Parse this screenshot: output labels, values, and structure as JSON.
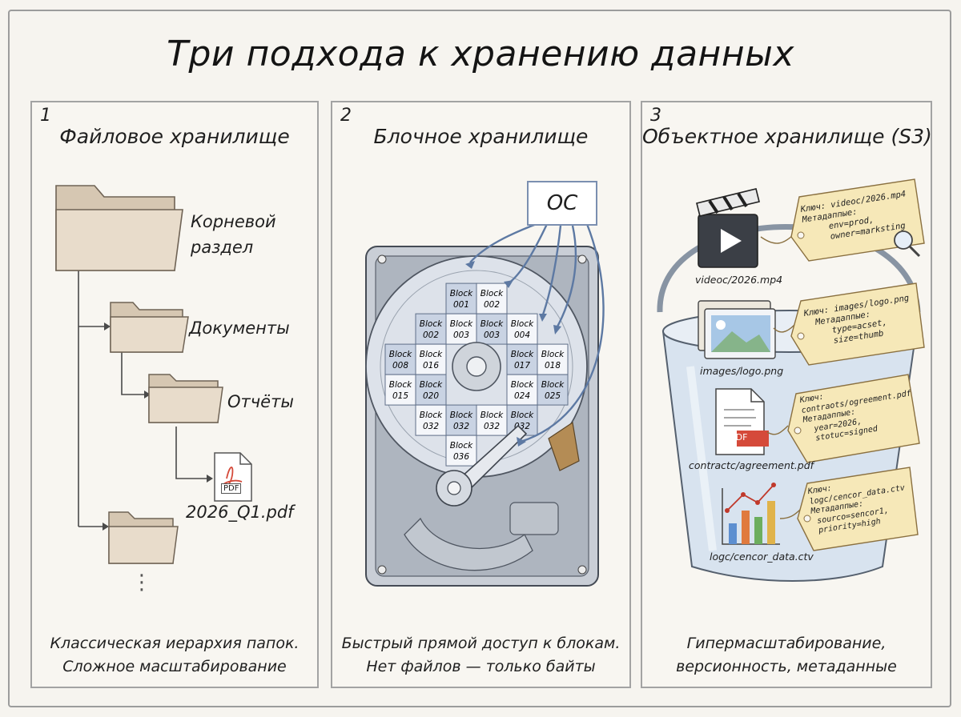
{
  "title": "Три подхода к хранению данных",
  "panels": [
    {
      "number": "1",
      "title": "Файловое хранилище",
      "description": [
        "Классическая иерархия папок.",
        "Сложное масштабирование"
      ],
      "tree": {
        "root": "Корневой\nраздел",
        "level1": "Документы",
        "level2": "Отчёты",
        "file": "2026_Q1.pdf",
        "file_badge": "PDF",
        "more": "⋮"
      }
    },
    {
      "number": "2",
      "title": "Блочное хранилище",
      "description": [
        "Быстрый прямой доступ к блокам.",
        "Нет файлов — только байты"
      ],
      "os_label": "ОС",
      "blocks": [
        {
          "label": "Block",
          "num": "001"
        },
        {
          "label": "Block",
          "num": "002"
        },
        {
          "label": "Block",
          "num": "002"
        },
        {
          "label": "Block",
          "num": "003"
        },
        {
          "label": "Block",
          "num": "003"
        },
        {
          "label": "Block",
          "num": "004"
        },
        {
          "label": "Block",
          "num": "008"
        },
        {
          "label": "Block",
          "num": "016"
        },
        {
          "label": "Block",
          "num": "017"
        },
        {
          "label": "Block",
          "num": "018"
        },
        {
          "label": "Block",
          "num": "015"
        },
        {
          "label": "Block",
          "num": "020"
        },
        {
          "label": "Block",
          "num": "024"
        },
        {
          "label": "Block",
          "num": "025"
        },
        {
          "label": "Block",
          "num": "032"
        },
        {
          "label": "Block",
          "num": "032"
        },
        {
          "label": "Block",
          "num": "032"
        },
        {
          "label": "Block",
          "num": "032"
        },
        {
          "label": "Block",
          "num": "036"
        }
      ]
    },
    {
      "number": "3",
      "title": "Объектное хранилище (S3)",
      "description": [
        "Гипермасштабирование,",
        "версионность, метаданные"
      ],
      "objects": [
        {
          "name": "videoc/2026.mp4",
          "tag": "Ключ: videoc/2026.mp4\nМетадаппые:\n     env=prod,\n     owner=marksting"
        },
        {
          "name": "images/logo.png",
          "tag": "Ключ: images/logo.png\n  Метадаппые:\n     type=acset,\n     size=thumb"
        },
        {
          "name": "contractc/agreement.pdf",
          "tag": "Ключ:\ncontraots/ogreement.pdf\nМетадаппые:\n  year=2026,\n  stotuc=signed",
          "badge": "PDF"
        },
        {
          "name": "logc/cencor_data.ctv",
          "tag": "Ключ:\nlogc/cencor_data.ctv\nМетадаппые:\n sourco=sencor1,\n priority=high"
        }
      ]
    }
  ],
  "colors": {
    "folder": "#e4d7c6",
    "folder_stroke": "#6f6355",
    "block_fill": "#c9d3e3",
    "block_stroke": "#5f6f88",
    "disk": "#d9dee6",
    "bucket": "#d6e2ef",
    "tag": "#f6e8b8",
    "pdf_red": "#d54a3a"
  }
}
